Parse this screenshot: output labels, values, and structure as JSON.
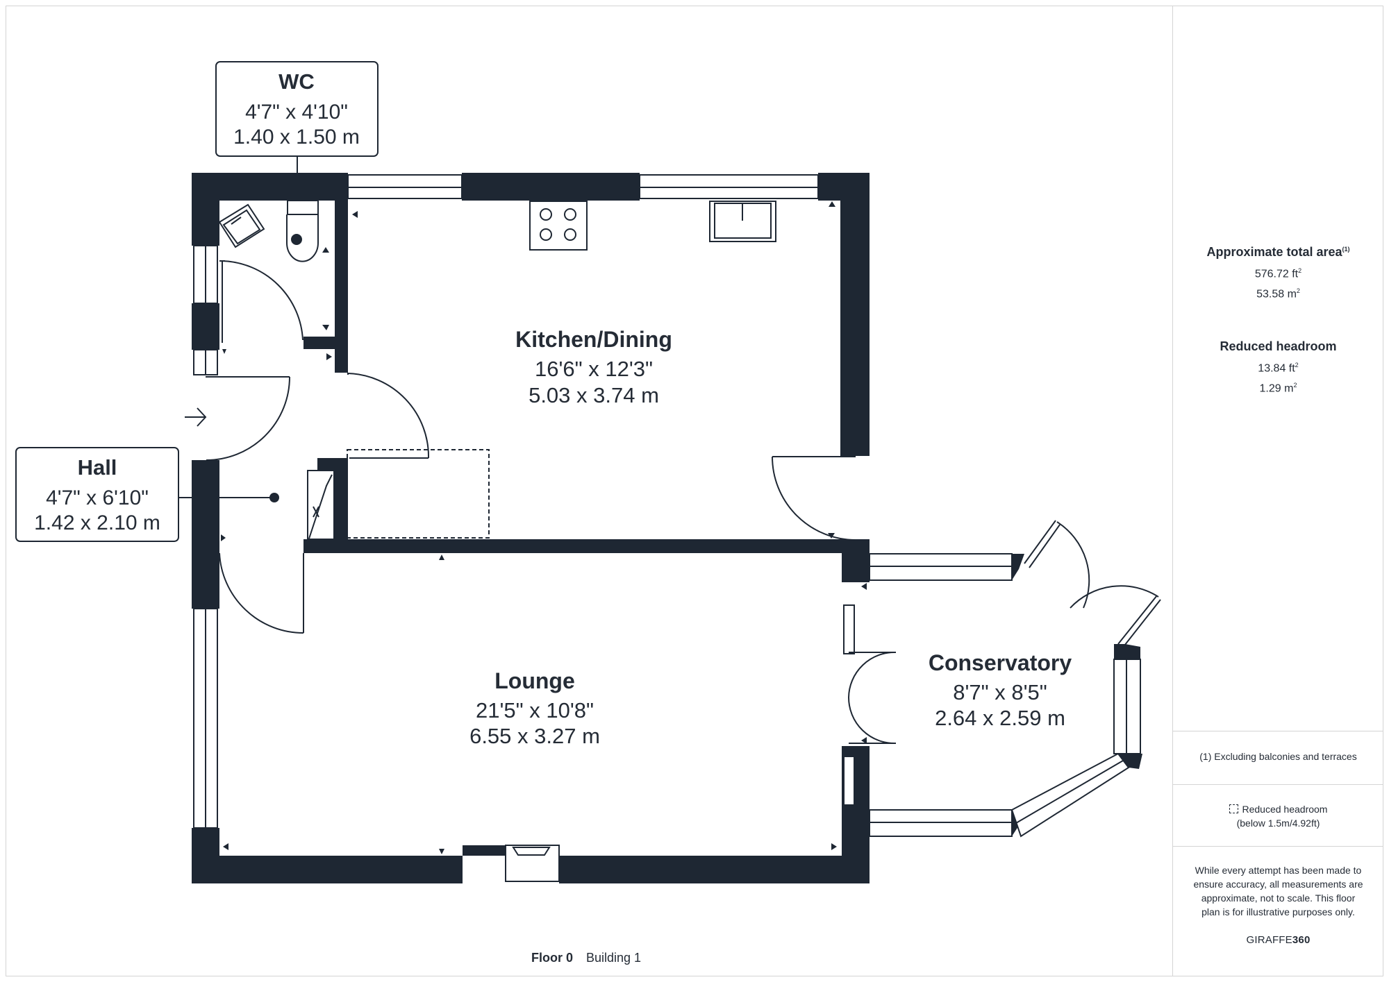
{
  "rooms": [
    {
      "name": "WC",
      "imperial": "4'7\" x 4'10\"",
      "metric": "1.40 x 1.50 m"
    },
    {
      "name": "Kitchen/Dining",
      "imperial": "16'6\" x 12'3\"",
      "metric": "5.03 x 3.74 m"
    },
    {
      "name": "Hall",
      "imperial": "4'7\" x 6'10\"",
      "metric": "1.42 x 2.10 m"
    },
    {
      "name": "Lounge",
      "imperial": "21'5\" x 10'8\"",
      "metric": "6.55 x 3.27 m"
    },
    {
      "name": "Conservatory",
      "imperial": "8'7\" x 8'5\"",
      "metric": "2.64 x 2.59 m"
    }
  ],
  "summary": {
    "total_area_label": "Approximate total area",
    "total_area_note_marker": "(1)",
    "total_area_ft": "576.72 ft",
    "total_area_m": "53.58 m",
    "reduced_headroom_label": "Reduced headroom",
    "reduced_headroom_ft": "13.84 ft",
    "reduced_headroom_m": "1.29 m",
    "squared_marker": "2"
  },
  "notes": {
    "footnote": "(1) Excluding balconies and terraces",
    "legend_line1": "Reduced headroom",
    "legend_line2": "(below 1.5m/4.92ft)",
    "disclaimer_lines": [
      "While every attempt has been made to",
      "ensure accuracy, all measurements are",
      "approximate, not to scale. This floor",
      "plan is for illustrative purposes only."
    ],
    "brand_prefix": "GIRAFFE",
    "brand_suffix": "360"
  },
  "footer": {
    "floor": "Floor 0",
    "building": "Building 1"
  },
  "colors": {
    "wall": "#1e2733",
    "text": "#252c36",
    "line": "#252c36",
    "divider": "#d4d4d4"
  },
  "icons": [
    "entrance-arrow-icon",
    "hob-icon",
    "sink-icon",
    "toilet-icon",
    "wash-basin-icon",
    "stairs-icon",
    "fireplace-icon"
  ]
}
